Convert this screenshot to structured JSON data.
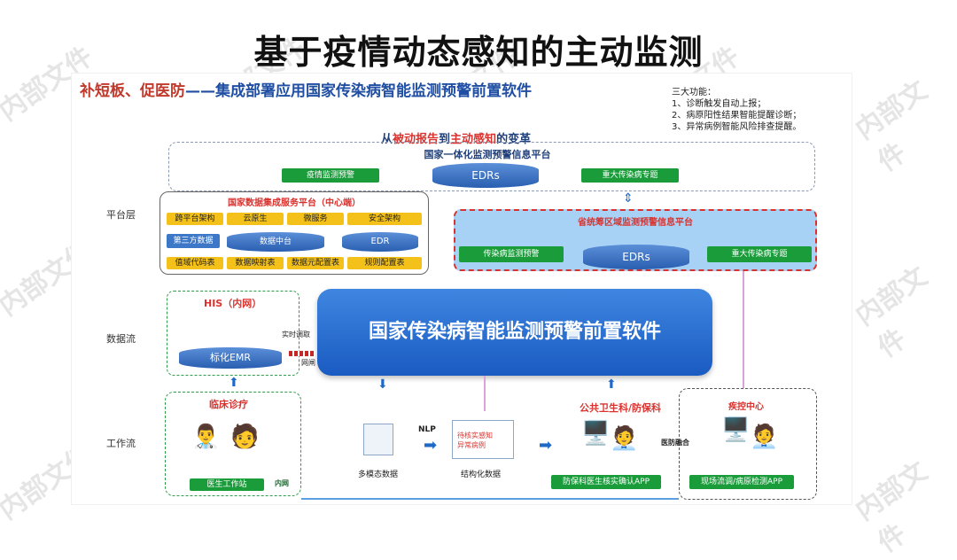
{
  "title": "基于疫情动态感知的主动监测",
  "subtitle": {
    "prefix": "补短板、促医防",
    "dash": "——",
    "main": "集成部署应用国家传染病智能监测预警前置软件"
  },
  "functions": {
    "heading": "三大功能：",
    "items": [
      "1、诊断触发自动上报；",
      "2、病原阳性结果智能提醒诊断；",
      "3、异常病例智能风险排查提醒。"
    ]
  },
  "shift": {
    "a": "从",
    "b": "被动报告",
    "c": "到",
    "d": "主动感知",
    "e": "的变革"
  },
  "layers": {
    "platform": "平台层",
    "dataflow": "数据流",
    "workflow": "工作流"
  },
  "national_platform": {
    "title": "国家一体化监测预警信息平台",
    "left_btn": "疫情监测预警",
    "db": "EDRs",
    "right_btn": "重大传染病专题"
  },
  "data_hub": {
    "title": "国家数据集成服务平台（中心端）",
    "row1": [
      "跨平台架构",
      "云原生",
      "微服务",
      "安全架构"
    ],
    "third_party": "第三方数据",
    "hub_db": "数据中台",
    "edr": "EDR",
    "row3": [
      "值域代码表",
      "数据映射表",
      "数据元配置表",
      "规则配置表"
    ]
  },
  "provincial": {
    "title": "省统筹区域监测预警信息平台",
    "left_btn": "传染病监测预警",
    "db": "EDRs",
    "right_btn": "重大传染病专题"
  },
  "his": {
    "title": "HIS（内网）",
    "db": "标化EMR",
    "realtime": "实时调取",
    "gateway": "网闸"
  },
  "core": "国家传染病智能监测预警前置软件",
  "workflow": {
    "clinical": "临床诊疗",
    "doctor_station": "医生工作站",
    "intranet": "内网",
    "multimodal": "多模态数据",
    "nlp": "NLP",
    "pending_l1": "待核实感知",
    "pending_l2": "异常病例",
    "structured": "结构化数据",
    "public_health": "公共卫生科/防保科",
    "confirm_app": "防保科医生核实确认APP",
    "integration": "医防融合",
    "cdc": "疾控中心",
    "cdc_app": "现场流调/病原检测APP"
  },
  "watermark": "内部文件",
  "colors": {
    "green": "#1a9c3b",
    "yellow": "#f4c11b",
    "blue": "#2a6bd0",
    "red": "#d9332f"
  }
}
